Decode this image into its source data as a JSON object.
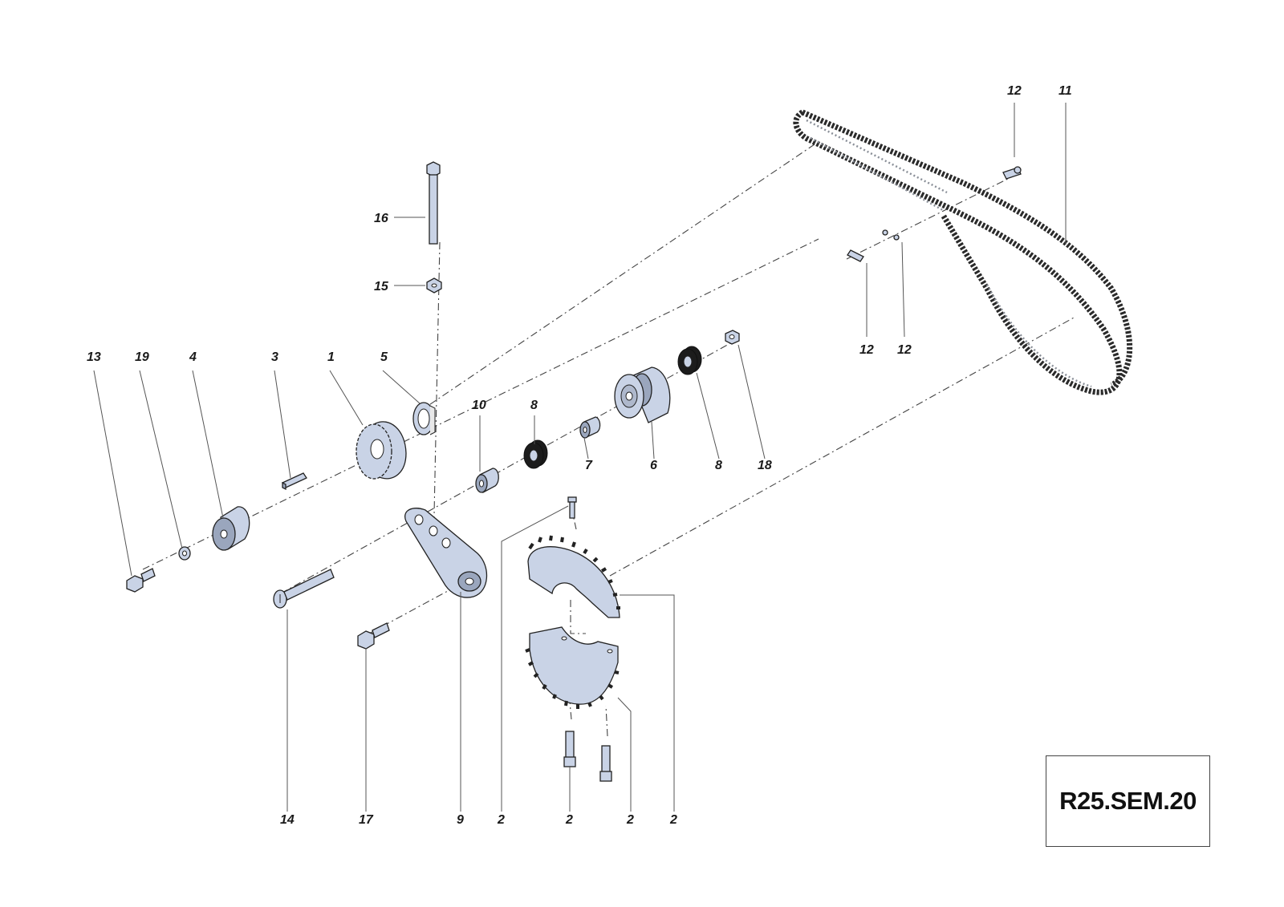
{
  "diagram": {
    "reference_code": "R25.SEM.20",
    "callouts": {
      "c1": "1",
      "c2a": "2",
      "c2b": "2",
      "c2c": "2",
      "c2d": "2",
      "c3": "3",
      "c4": "4",
      "c5": "5",
      "c6": "6",
      "c7": "7",
      "c8a": "8",
      "c8b": "8",
      "c9": "9",
      "c10": "10",
      "c11": "11",
      "c12a": "12",
      "c12b": "12",
      "c12c": "12",
      "c13": "13",
      "c14": "14",
      "c15": "15",
      "c16": "16",
      "c17": "17",
      "c18": "18",
      "c19": "19"
    }
  }
}
